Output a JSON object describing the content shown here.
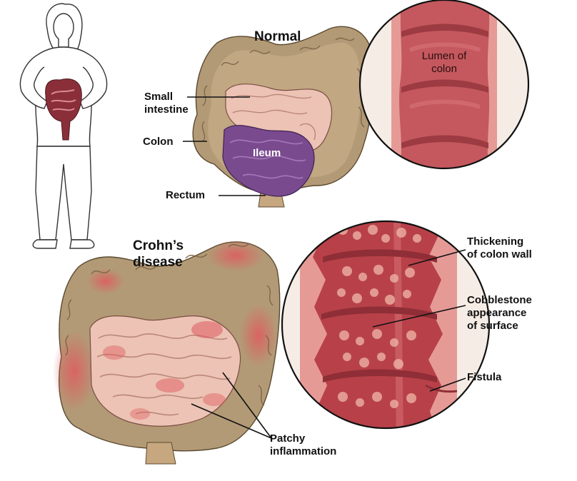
{
  "sections": {
    "normal": {
      "heading": "Normal",
      "labels": {
        "small_intestine": [
          "Small",
          "intestine"
        ],
        "colon": "Colon",
        "rectum": "Rectum",
        "ileum": "Ileum",
        "lumen": [
          "Lumen of",
          "colon"
        ]
      }
    },
    "crohns": {
      "heading": [
        "Crohn’s",
        "disease"
      ],
      "labels": {
        "thickening": [
          "Thickening",
          "of colon wall"
        ],
        "cobblestone": [
          "Cobblestone",
          "appearance",
          "of surface"
        ],
        "fistula": "Fistula",
        "patchy": [
          "Patchy",
          "inflammation"
        ]
      }
    }
  },
  "colors": {
    "colon": "#b39a76",
    "small_intestine": "#ecc3b5",
    "ileum": "#7a4a8f",
    "lumen": "#c4585e",
    "inflamed": "#d3434a",
    "outline": "#222222"
  }
}
